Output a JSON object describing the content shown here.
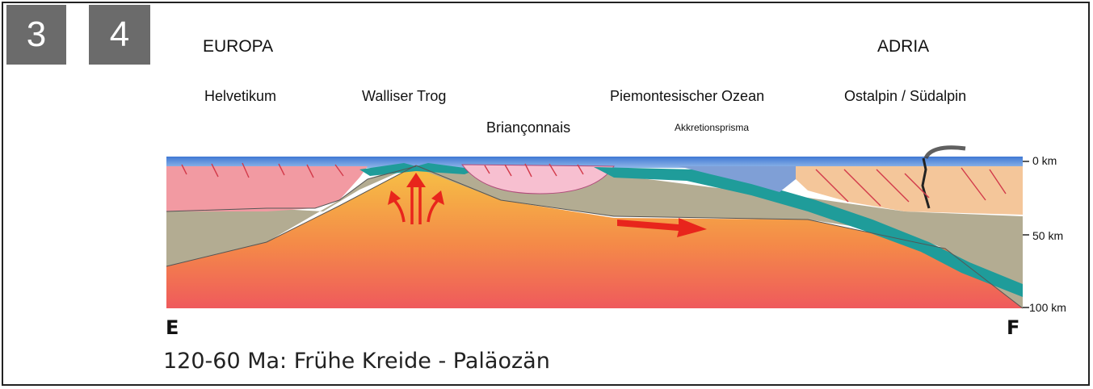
{
  "badges": [
    "3",
    "4"
  ],
  "regions": {
    "left": "EUROPA",
    "right": "ADRIA"
  },
  "zones": {
    "helvetikum": "Helvetikum",
    "walliser": "Walliser Trog",
    "brianconnais": "Briançonnais",
    "piemont": "Piemontesischer Ozean",
    "akkretion": "Akkretionsprisma",
    "ostalpin": "Ostalpin / Südalpin"
  },
  "depths": [
    "0 km",
    "50 km",
    "100 km"
  ],
  "endpoints": {
    "left": "E",
    "right": "F"
  },
  "caption": "120-60 Ma: Frühe Kreide - Paläozän",
  "colors": {
    "sea": "#4f86d8",
    "mantle_top": "#f6c245",
    "mantle_bottom": "#ef5a5c",
    "lithosphere": "#b3ac92",
    "oceanic_crust": "#1f9c9a",
    "european_crust": "#f29aa2",
    "adria_crust": "#f4c69a",
    "brianconnais_block": "#f7bfd0",
    "accretion_prism": "#7f9fd6",
    "arrows": "#e8251c"
  }
}
